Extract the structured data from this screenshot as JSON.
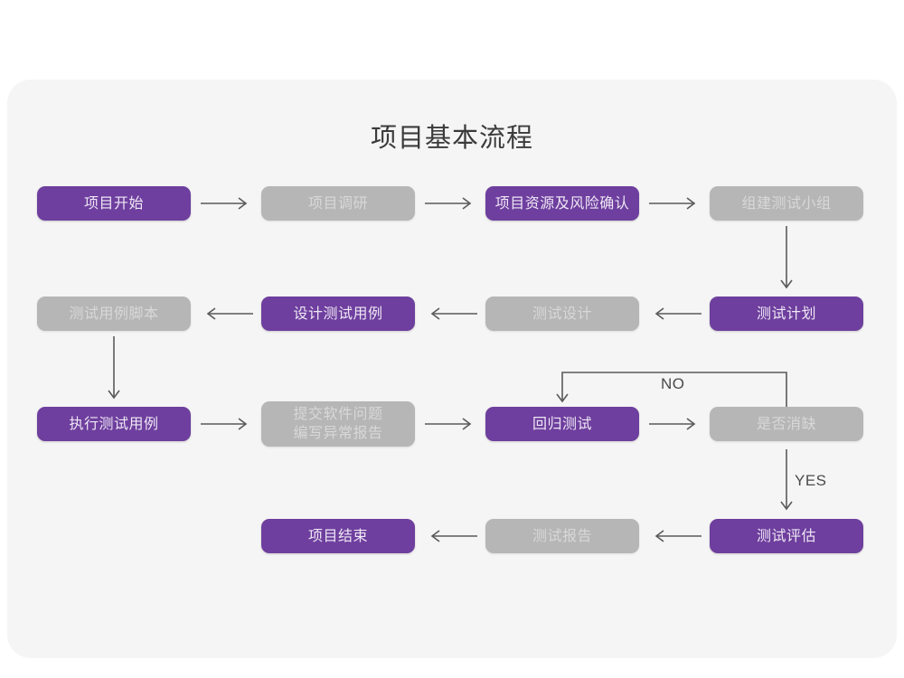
{
  "page": {
    "background": "#ffffff",
    "card_background": "#f5f5f5"
  },
  "title": "项目基本流程",
  "colors": {
    "purple": "#6e3f9e",
    "purple_text": "#efe7f5",
    "gray": "#b6b6b6",
    "gray_text": "#d8d8d8",
    "arrow": "#5a5a5a",
    "label_text": "#4a4a4a"
  },
  "diagram": {
    "type": "flowchart",
    "nodes": [
      {
        "id": "n1",
        "label": "项目开始",
        "style": "purple",
        "row": 1,
        "col": 1
      },
      {
        "id": "n2",
        "label": "项目调研",
        "style": "gray",
        "row": 1,
        "col": 2
      },
      {
        "id": "n3",
        "label": "项目资源及风险确认",
        "style": "purple",
        "row": 1,
        "col": 3
      },
      {
        "id": "n4",
        "label": "组建测试小组",
        "style": "gray",
        "row": 1,
        "col": 4
      },
      {
        "id": "n5",
        "label": "测试用例脚本",
        "style": "gray",
        "row": 2,
        "col": 1
      },
      {
        "id": "n6",
        "label": "设计测试用例",
        "style": "purple",
        "row": 2,
        "col": 2
      },
      {
        "id": "n7",
        "label": "测试设计",
        "style": "gray",
        "row": 2,
        "col": 3
      },
      {
        "id": "n8",
        "label": "测试计划",
        "style": "purple",
        "row": 2,
        "col": 4
      },
      {
        "id": "n9",
        "label": "执行测试用例",
        "style": "purple",
        "row": 3,
        "col": 1
      },
      {
        "id": "n10",
        "label": "提交软件问题\n编写异常报告",
        "style": "gray",
        "row": 3,
        "col": 2
      },
      {
        "id": "n11",
        "label": "回归测试",
        "style": "purple",
        "row": 3,
        "col": 3
      },
      {
        "id": "n12",
        "label": "是否消缺",
        "style": "gray",
        "row": 3,
        "col": 4
      },
      {
        "id": "n13",
        "label": "项目结束",
        "style": "purple",
        "row": 4,
        "col": 2
      },
      {
        "id": "n14",
        "label": "测试报告",
        "style": "gray",
        "row": 4,
        "col": 3
      },
      {
        "id": "n15",
        "label": "测试评估",
        "style": "purple",
        "row": 4,
        "col": 4
      }
    ],
    "edges": [
      {
        "from": "n1",
        "to": "n2",
        "dir": "right",
        "label": ""
      },
      {
        "from": "n2",
        "to": "n3",
        "dir": "right",
        "label": ""
      },
      {
        "from": "n3",
        "to": "n4",
        "dir": "right",
        "label": ""
      },
      {
        "from": "n4",
        "to": "n8",
        "dir": "down",
        "label": ""
      },
      {
        "from": "n8",
        "to": "n7",
        "dir": "left",
        "label": ""
      },
      {
        "from": "n7",
        "to": "n6",
        "dir": "left",
        "label": ""
      },
      {
        "from": "n6",
        "to": "n5",
        "dir": "left",
        "label": ""
      },
      {
        "from": "n5",
        "to": "n9",
        "dir": "down",
        "label": ""
      },
      {
        "from": "n9",
        "to": "n10",
        "dir": "right",
        "label": ""
      },
      {
        "from": "n10",
        "to": "n11",
        "dir": "right",
        "label": ""
      },
      {
        "from": "n11",
        "to": "n12",
        "dir": "right",
        "label": ""
      },
      {
        "from": "n12",
        "to": "n11",
        "dir": "loop-back",
        "label": "NO"
      },
      {
        "from": "n12",
        "to": "n15",
        "dir": "down",
        "label": "YES"
      },
      {
        "from": "n15",
        "to": "n14",
        "dir": "left",
        "label": ""
      },
      {
        "from": "n14",
        "to": "n13",
        "dir": "left",
        "label": ""
      }
    ],
    "edge_labels": {
      "no": "NO",
      "yes": "YES"
    }
  }
}
